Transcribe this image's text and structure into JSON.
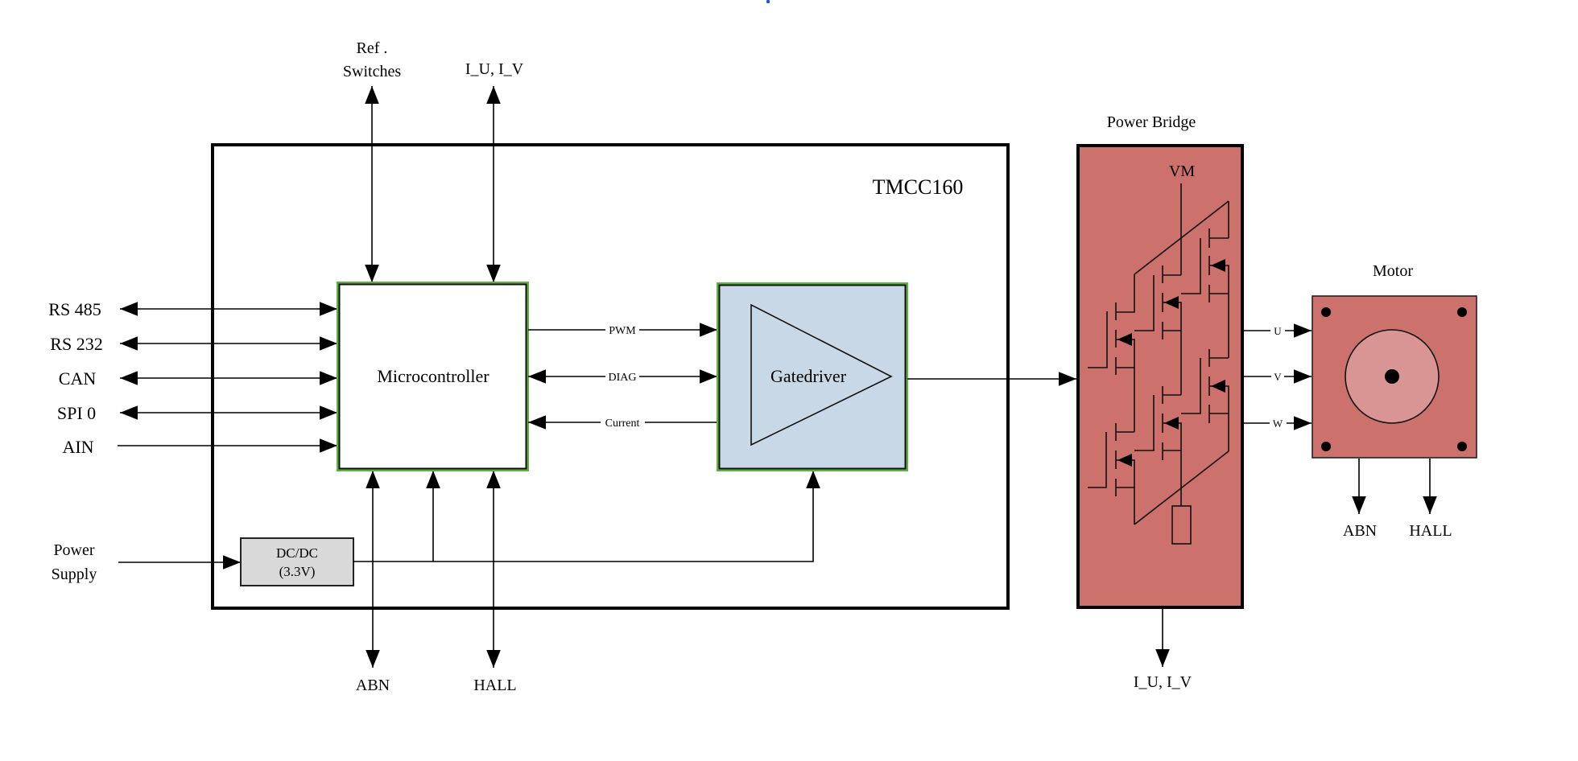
{
  "diagram": {
    "module": {
      "name": "TMCC160"
    },
    "blocks": {
      "microcontroller": "Microcontroller",
      "gatedriver": "Gatedriver",
      "dcdc_line1": "DC/DC",
      "dcdc_line2": "(3.3V)",
      "power_bridge": "Power Bridge",
      "vm": "VM",
      "motor": "Motor"
    },
    "left_interfaces": [
      {
        "label": "RS 485",
        "direction": "bidirectional"
      },
      {
        "label": "RS 232",
        "direction": "bidirectional"
      },
      {
        "label": "CAN",
        "direction": "bidirectional"
      },
      {
        "label": "SPI 0",
        "direction": "bidirectional"
      },
      {
        "label": "AIN",
        "direction": "input"
      }
    ],
    "power_supply": {
      "line1": "Power",
      "line2": "Supply"
    },
    "top_signals": {
      "ref_line1": "Ref .",
      "ref_line2": "Switches",
      "currents": "I_U, I_V"
    },
    "internal_signals": {
      "pwm": "PWM",
      "diag": "DIAG",
      "current": "Current"
    },
    "bottom_signals": {
      "abn": "ABN",
      "hall": "HALL",
      "bridge_currents": "I_U, I_V"
    },
    "phases": [
      "U",
      "V",
      "W"
    ],
    "motor_outputs": {
      "abn": "ABN",
      "hall": "HALL"
    },
    "colors": {
      "block_border_highlight": "#5fb043",
      "gatedriver_fill": "#c8d8e6",
      "bridge_fill": "#cc716b",
      "motor_fill": "#cc716b",
      "rotor_fill": "#d89593",
      "dcdc_fill": "#d9d9d9"
    }
  }
}
